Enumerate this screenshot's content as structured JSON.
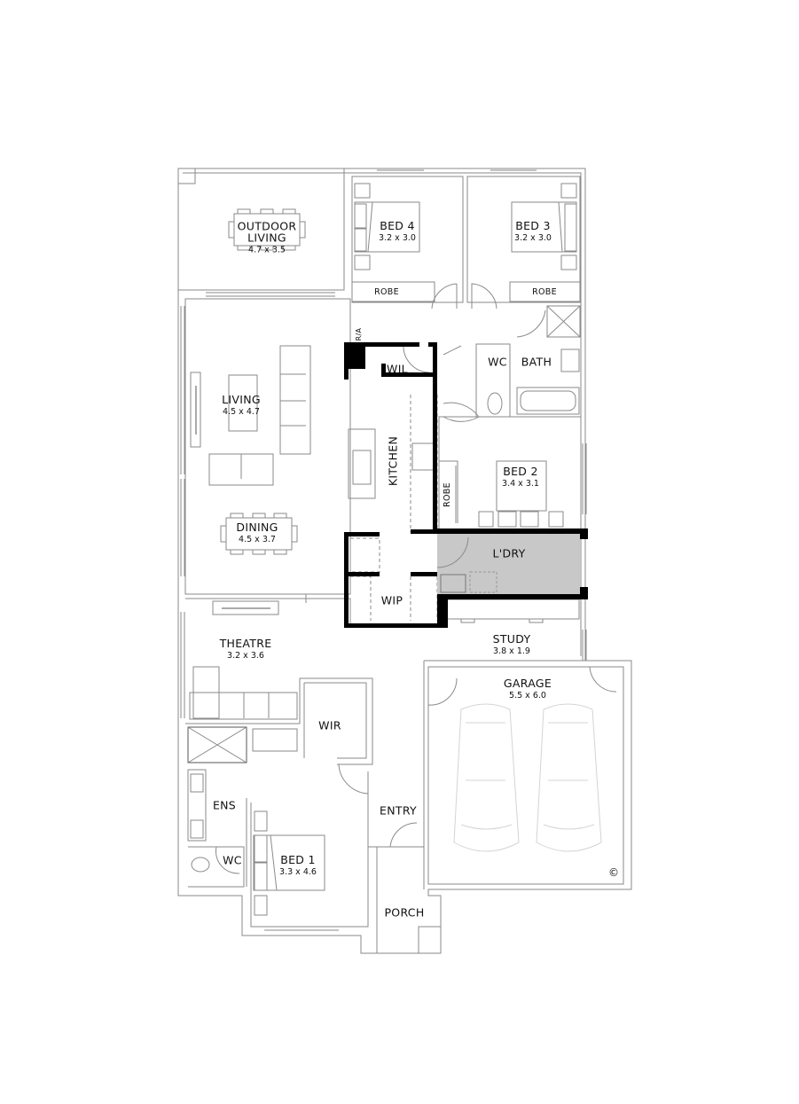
{
  "plan": {
    "type": "house floor plan",
    "rooms": [
      {
        "id": "outdoor-living",
        "name": "OUTDOOR\nLIVING",
        "name_line1": "OUTDOOR",
        "name_line2": "LIVING",
        "dims": "4.7 x 3.5"
      },
      {
        "id": "bed-4",
        "name": "BED 4",
        "dims": "3.2 x 3.0"
      },
      {
        "id": "bed-3",
        "name": "BED 3",
        "dims": "3.2 x 3.0"
      },
      {
        "id": "robe-bed4",
        "name": "ROBE"
      },
      {
        "id": "robe-bed3",
        "name": "ROBE"
      },
      {
        "id": "wc-main",
        "name": "WC"
      },
      {
        "id": "bath",
        "name": "BATH"
      },
      {
        "id": "wil",
        "name": "WIL"
      },
      {
        "id": "ra",
        "name": "R/A"
      },
      {
        "id": "living",
        "name": "LIVING",
        "dims": "4.5 x 4.7"
      },
      {
        "id": "kitchen",
        "name": "KITCHEN"
      },
      {
        "id": "bed-2",
        "name": "BED 2",
        "dims": "3.4 x 3.1"
      },
      {
        "id": "robe-bed2",
        "name": "ROBE"
      },
      {
        "id": "dining",
        "name": "DINING",
        "dims": "4.5 x 3.7"
      },
      {
        "id": "laundry",
        "name": "L'DRY"
      },
      {
        "id": "wip",
        "name": "WIP"
      },
      {
        "id": "theatre",
        "name": "THEATRE",
        "dims": "3.2 x 3.6"
      },
      {
        "id": "study",
        "name": "STUDY",
        "dims": "3.8 x 1.9"
      },
      {
        "id": "garage",
        "name": "GARAGE",
        "dims": "5.5 x 6.0"
      },
      {
        "id": "wir",
        "name": "WIR"
      },
      {
        "id": "ens",
        "name": "ENS"
      },
      {
        "id": "wc-ens",
        "name": "WC"
      },
      {
        "id": "entry",
        "name": "ENTRY"
      },
      {
        "id": "bed-1",
        "name": "BED 1",
        "dims": "3.3 x 4.6"
      },
      {
        "id": "porch",
        "name": "PORCH"
      }
    ],
    "copyright_symbol": "©",
    "colors": {
      "line": "#8a8a8a",
      "wall_solid": "#000000",
      "laundry_fill": "#c8c8c8",
      "furniture": "#9a9a9a",
      "car": "#d4d4d4",
      "background": "#ffffff"
    }
  }
}
